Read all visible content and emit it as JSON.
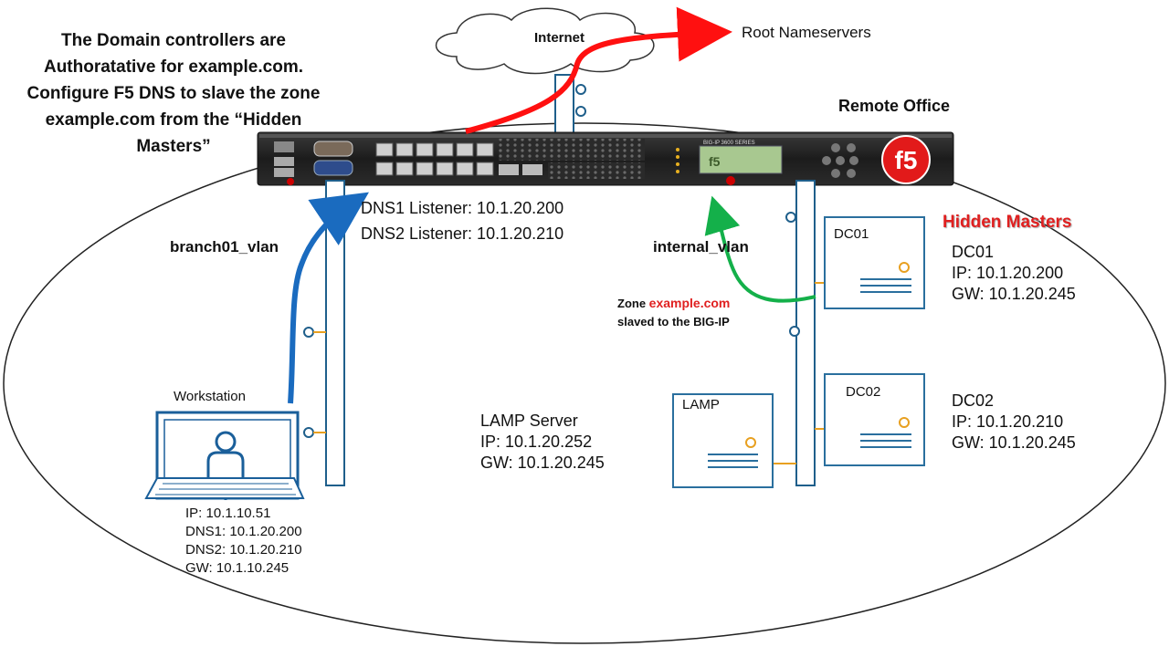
{
  "intro": {
    "lines": [
      "The Domain controllers are",
      "Authoratative for example.com.",
      "Configure F5 DNS to slave the zone",
      "example.com from the “Hidden",
      "Masters”"
    ]
  },
  "internet": {
    "label": "Internet"
  },
  "root": {
    "label": "Root Nameservers"
  },
  "remote": {
    "label": "Remote Office"
  },
  "device": {
    "series": "BIG-IP 3600 SERIES",
    "logo": "f5",
    "lcd_logo": "f5"
  },
  "listeners": {
    "dns1": "DNS1 Listener: 10.1.20.200",
    "dns2": "DNS2 Listener: 10.1.20.210"
  },
  "vlans": {
    "branch": "branch01_vlan",
    "internal": "internal_vlan"
  },
  "hidden_masters": {
    "label": "Hidden Masters",
    "color": "#e02020"
  },
  "dc01": {
    "box_label": "DC01",
    "name": "DC01",
    "ip": "IP:  10.1.20.200",
    "gw": "GW:  10.1.20.245"
  },
  "dc02": {
    "box_label": "DC02",
    "name": "DC02",
    "ip": "IP:  10.1.20.210",
    "gw": "GW:  10.1.20.245"
  },
  "lamp": {
    "box_label": "LAMP",
    "name": "LAMP Server",
    "ip": "IP:  10.1.20.252",
    "gw": "GW:  10.1.20.245"
  },
  "zone": {
    "prefix": "Zone ",
    "zone_name": "example.com",
    "line2": "slaved to the BIG-IP"
  },
  "workstation": {
    "label": "Workstation",
    "ip": "IP:  10.1.10.51",
    "dns1": "DNS1:  10.1.20.200",
    "dns2": "DNS2:  10.1.20.210",
    "gw": "GW:  10.1.10.245"
  },
  "colors": {
    "vlan_stroke": "#1f5f8b",
    "server_stroke": "#2a6f9e",
    "connector": "#e8a020",
    "red_arrow": "#ff1010",
    "blue_arrow": "#1a6bbf",
    "green_arrow": "#14b04a"
  }
}
